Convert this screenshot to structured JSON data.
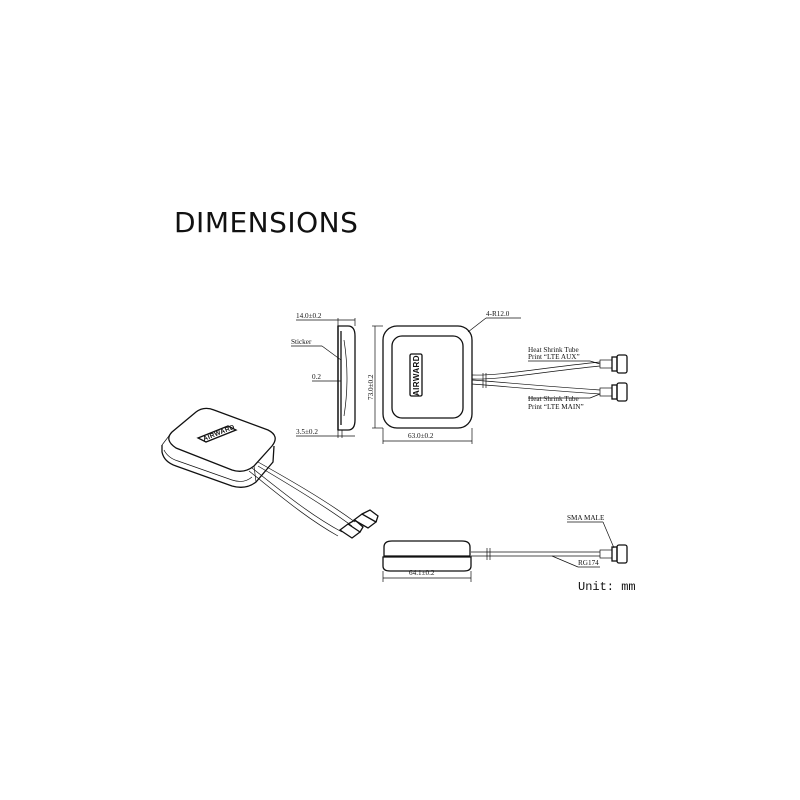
{
  "title": "DIMENSIONS",
  "brand": "AIRWARD",
  "labels": {
    "thickness": "14.0±0.2",
    "sticker": "Sticker",
    "sticker_depth": "0.2",
    "edge": "3.5±0.2",
    "corner_radius": "4-R12.0",
    "height": "73.0±0.2",
    "width": "63.0±0.2",
    "tube_aux_1": "Heat Shrink Tube",
    "tube_aux_2": "Print “LTE AUX”",
    "tube_main_1": "Heat Shrink Tube",
    "tube_main_2": "Print “LTE MAIN”",
    "connector": "SMA MALE",
    "cable": "RG174",
    "side_width": "64.1±0.2",
    "unit": "Unit: mm"
  }
}
